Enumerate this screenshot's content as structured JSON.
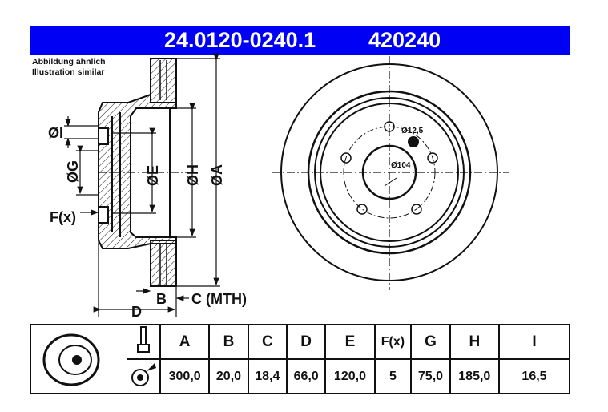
{
  "header": {
    "part_number": "24.0120-0240.1",
    "reference": "420240"
  },
  "note": {
    "line1": "Abbildung ähnlich",
    "line2": "Illustration similar"
  },
  "side_view_labels": {
    "I": "ØI",
    "G": "ØG",
    "E": "ØE",
    "H": "ØH",
    "A": "ØA",
    "F": "F(x)",
    "B": "B",
    "C": "C (MTH)",
    "D": "D"
  },
  "front_view_labels": {
    "hole": "Ø12,5",
    "bore": "Ø104"
  },
  "table": {
    "headers": [
      "A",
      "B",
      "C",
      "D",
      "E",
      "F(x)",
      "G",
      "H",
      "I"
    ],
    "values": [
      "300,0",
      "20,0",
      "18,4",
      "66,0",
      "120,0",
      "5",
      "75,0",
      "185,0",
      "16,5"
    ]
  },
  "colors": {
    "header_bg": "#0000f5",
    "ink": "#111111"
  }
}
